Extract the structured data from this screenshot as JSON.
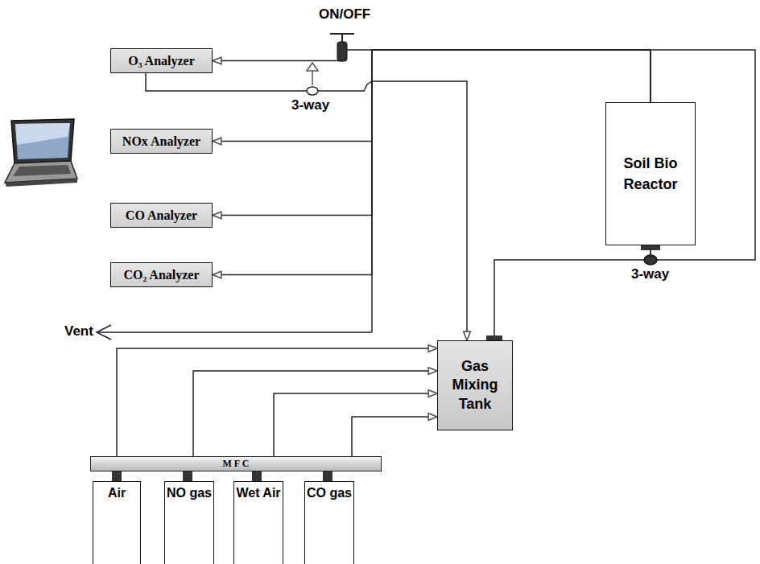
{
  "diagram": {
    "nodes": [
      {
        "text": [
          "O₃ Analyzer"
        ]
      },
      {
        "text": [
          "NOx Analyzer"
        ]
      },
      {
        "text": [
          "CO Analyzer"
        ]
      },
      {
        "text": [
          "CO₂ Analyzer"
        ]
      },
      {
        "text": [
          "Soil Bio Reactor"
        ]
      },
      {
        "text": [
          "Gas Mixing Tank"
        ]
      },
      {
        "text": [
          "M F C"
        ]
      },
      {
        "text": [
          "Air"
        ]
      },
      {
        "text": [
          "NO gas"
        ]
      },
      {
        "text": [
          "Wet Air"
        ]
      },
      {
        "text": [
          "CO gas"
        ]
      }
    ],
    "edges": [
      {
        "from": 4,
        "to": 0,
        "arrow": "to"
      },
      {
        "from": 4,
        "to": 1,
        "arrow": "to"
      },
      {
        "from": 4,
        "to": 2,
        "arrow": "to"
      },
      {
        "from": 4,
        "to": 3,
        "arrow": "to"
      },
      {
        "from": 0,
        "to": 5,
        "arrow": "to"
      },
      {
        "from": 5,
        "to": 4,
        "arrow": "none"
      },
      {
        "from": 7,
        "to": 6,
        "arrow": "none"
      },
      {
        "from": 8,
        "to": 6,
        "arrow": "none"
      },
      {
        "from": 9,
        "to": 6,
        "arrow": "none"
      },
      {
        "from": 10,
        "to": 6,
        "arrow": "none"
      },
      {
        "from": 6,
        "to": 5,
        "arrow": "to"
      },
      {
        "from": 6,
        "to": 5,
        "arrow": "to"
      },
      {
        "from": 6,
        "to": 5,
        "arrow": "to"
      },
      {
        "from": 6,
        "to": 5,
        "arrow": "to"
      }
    ],
    "labels": [
      "ON/OFF",
      "3-way",
      "3-way",
      "Vent"
    ]
  }
}
